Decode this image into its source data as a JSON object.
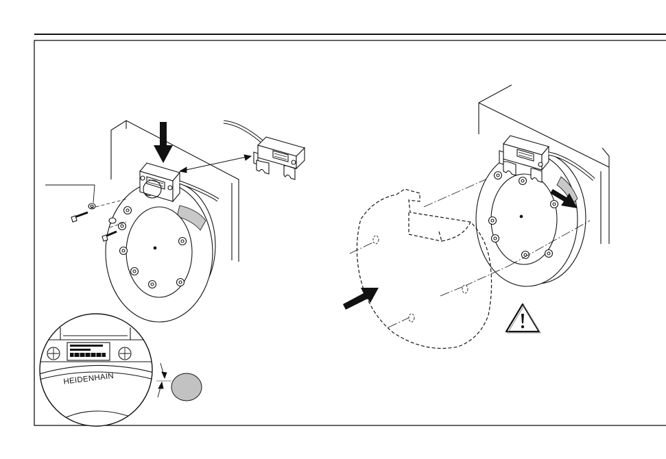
{
  "diagram": {
    "brand_label": "HEIDENHAIN",
    "figures": [
      {
        "name": "read-head-mounting-detail"
      },
      {
        "name": "read-head-and-guard-assembly"
      }
    ],
    "colors": {
      "line": "#111111",
      "surface": "#ffffff",
      "scale_tape": "#c8c8c8",
      "gap_gauge": "#c2c2c2"
    },
    "icons": [
      "press-arrow-icon",
      "insert-arrow-icon",
      "remove-arrow-icon",
      "warning-icon",
      "gap-gauge-icon",
      "magnifier-circle-icon"
    ]
  }
}
